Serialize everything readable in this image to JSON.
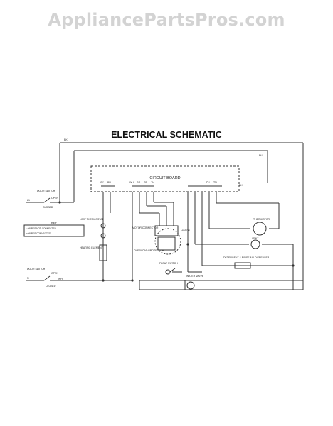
{
  "watermark": "AppliancePartsPros.com",
  "diagram": {
    "title": "ELECTRICAL SCHEMATIC",
    "circuit_board": "CIRCUIT BOARD",
    "key": {
      "title": "KEY",
      "line1": "○ WIRES NOT CONNECTED",
      "line2": "● WIRES CONNECTED"
    },
    "components": {
      "door_switch_top": "DOOR SWITCH",
      "door_switch_bottom": "DOOR SWITCH",
      "open": "OPEN",
      "closed": "CLOSED",
      "limit_thermostat": "LIMIT THERMOSTAT",
      "heating_element": "HEATING ELEMENT",
      "motor_connector": "MOTOR CONNECTOR",
      "motor": "MOTOR",
      "overload_protector": "OVERLOAD PROTECTOR",
      "float_switch": "FLOAT SWITCH",
      "thermistor": "THERMISTOR",
      "vent": "VENT",
      "detergent_dispenser": "DETERGENT & RINSE AID DISPENSER",
      "water_valve": "WATER VALVE"
    },
    "wire_labels": {
      "bk": "BK",
      "wh": "WH",
      "gy": "GY",
      "bu": "BU",
      "or": "OR",
      "rd": "RD",
      "yl": "YL",
      "pk": "PK",
      "tn": "TN",
      "l1": "L1",
      "n": "N"
    }
  }
}
